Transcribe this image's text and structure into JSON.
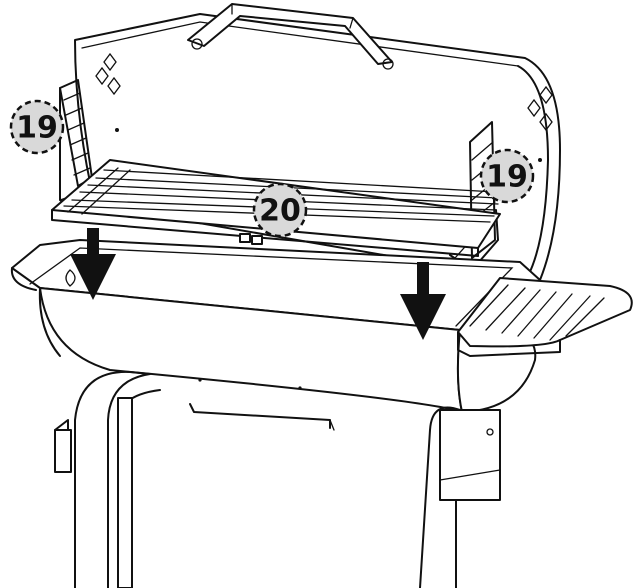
{
  "callouts": [
    {
      "id": "left-rack",
      "label": "19"
    },
    {
      "id": "grate",
      "label": "20"
    },
    {
      "id": "right-rack",
      "label": "19"
    }
  ]
}
